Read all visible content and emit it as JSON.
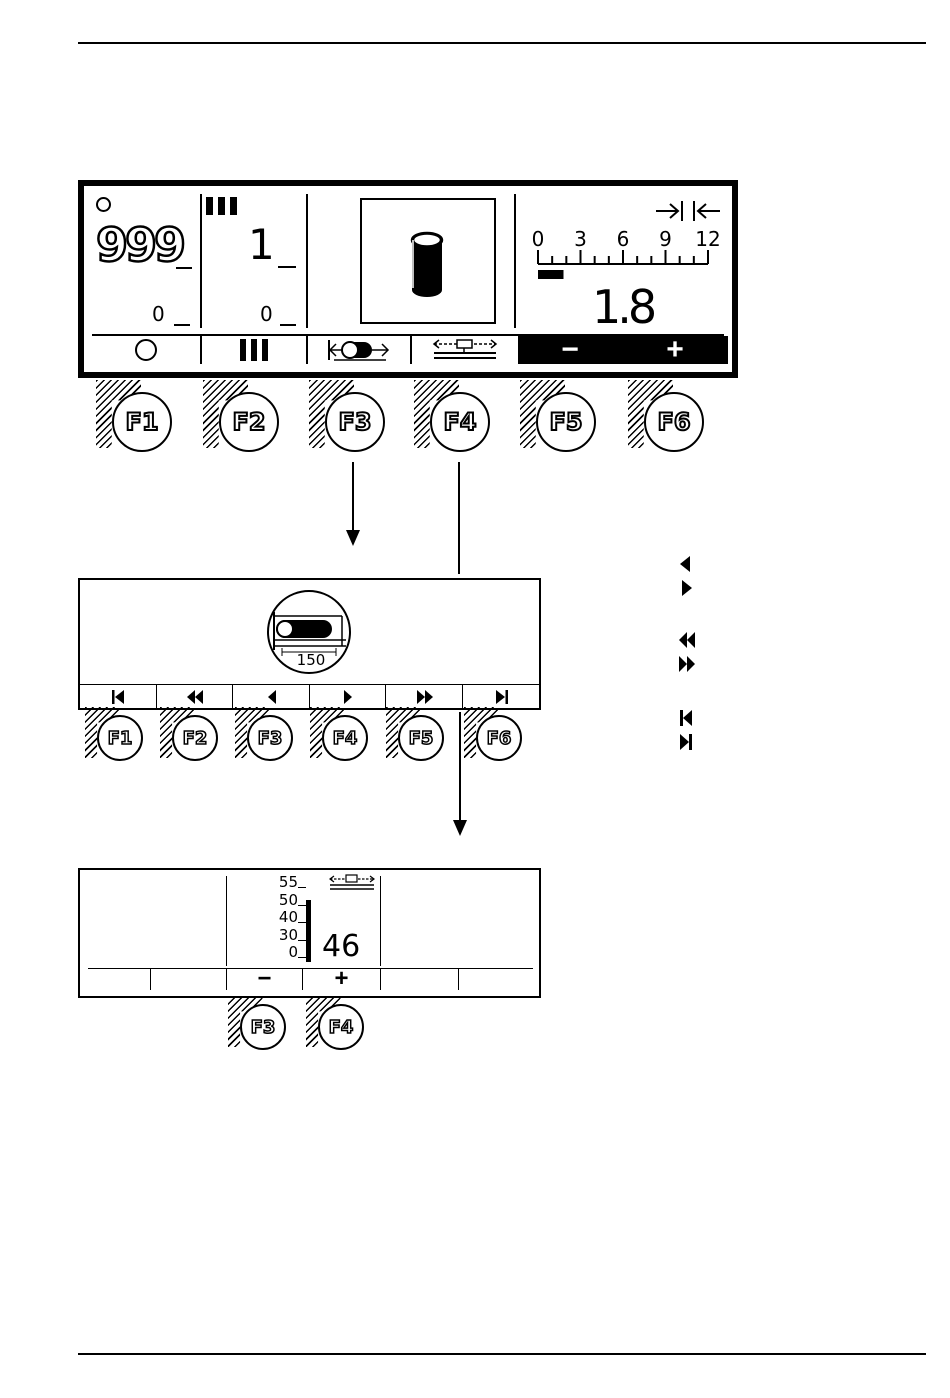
{
  "display1": {
    "counter_main": "999",
    "counter_sub": "0",
    "stitch_main": "1",
    "stitch_sub": "0",
    "scale_ticks": [
      "0",
      "3",
      "6",
      "9",
      "12"
    ],
    "scale_fill_fraction": 0.15,
    "value": "1.8",
    "softkeys": [
      "circle-icon",
      "bars-icon",
      "roller-slide-icon",
      "spacer-icon",
      "−",
      "+"
    ]
  },
  "keys_row1": [
    "F1",
    "F2",
    "F3",
    "F4",
    "F5",
    "F6"
  ],
  "display2": {
    "roller_value": "150",
    "softkeys": [
      "first-icon",
      "rewind-icon",
      "left-icon",
      "right-icon",
      "forward-icon",
      "last-icon"
    ]
  },
  "keys_row2": [
    "F1",
    "F2",
    "F3",
    "F4",
    "F5",
    "F6"
  ],
  "display3": {
    "ticks": [
      "55",
      "50",
      "40",
      "30",
      "0"
    ],
    "bar_fraction": 0.84,
    "value": "46",
    "minus": "−",
    "plus": "+"
  },
  "keys_row3": [
    "F3",
    "F4"
  ]
}
